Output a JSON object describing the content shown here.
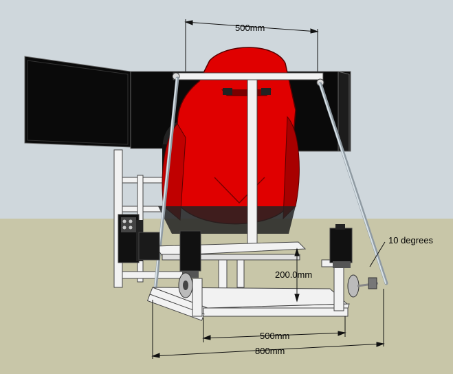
{
  "colors": {
    "sky": "#cfd7dc",
    "ground": "#c8c6a8",
    "seat_red": "#e00000",
    "seat_dark": "#8a0000",
    "frame": "#f2f2f2",
    "frame_edge": "#444444",
    "monitor": "#0a0a0a",
    "actuator": "#111111",
    "rod": "#b9c6ce"
  },
  "dimensions": {
    "top_width": "500mm",
    "bottom_inner_width": "500mm",
    "bottom_outer_width": "800mm",
    "height": "200.0mm",
    "angle": "10 degrees"
  }
}
